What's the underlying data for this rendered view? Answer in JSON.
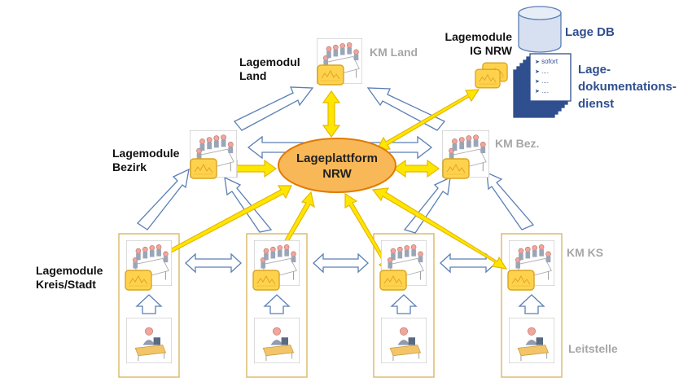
{
  "labels": {
    "lagemodul_land_1": "Lagemodul",
    "lagemodul_land_2": "Land",
    "km_land": "KM Land",
    "lagemodule_ig_1": "Lagemodule",
    "lagemodule_ig_2": "IG NRW",
    "lage_db": "Lage DB",
    "lagedoku_1": "Lage-",
    "lagedoku_2": "dokumentations-",
    "lagedoku_3": "dienst",
    "lagemodule_bezirk_1": "Lagemodule",
    "lagemodule_bezirk_2": "Bezirk",
    "km_bez": "KM Bez.",
    "plattform_1": "Lageplattform",
    "plattform_2": "NRW",
    "lagemodule_kreis_1": "Lagemodule",
    "lagemodule_kreis_2": "Kreis/Stadt",
    "km_ks": "KM KS",
    "leitstelle": "Leitstelle"
  },
  "doc_lines": [
    "sofort",
    "....",
    "....",
    "...."
  ],
  "colors": {
    "yellow_arrow": "#ffe600",
    "yellow_arrow_stroke": "#e6b800",
    "module_fill": "#ffd24d",
    "module_stroke": "#d9a520",
    "ellipse_fill": "#f9b857",
    "ellipse_stroke": "#e07b00",
    "hollow_arrow_stroke": "#5b7fb5",
    "db_fill": "#d6e0f0",
    "text_blue": "#2f4f8f",
    "gray_text": "#a6a6a6"
  }
}
